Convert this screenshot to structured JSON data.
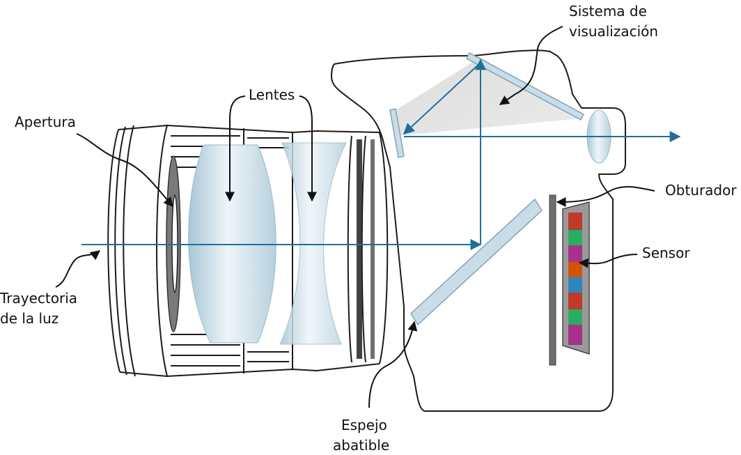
{
  "labels": {
    "viewing_system": [
      "Sistema de",
      "visualización"
    ],
    "lenses": "Lentes",
    "aperture": "Apertura",
    "light_path": [
      "Trayectoria",
      "de la luz"
    ],
    "shutter": "Obturador",
    "sensor": "Sensor",
    "flip_mirror": [
      "Espejo",
      "abatible"
    ]
  },
  "colors": {
    "ray": "#1f6f99",
    "lens": "#cfe0ea",
    "mirror": "#c9dde8",
    "outline": "#1a1a1a"
  }
}
